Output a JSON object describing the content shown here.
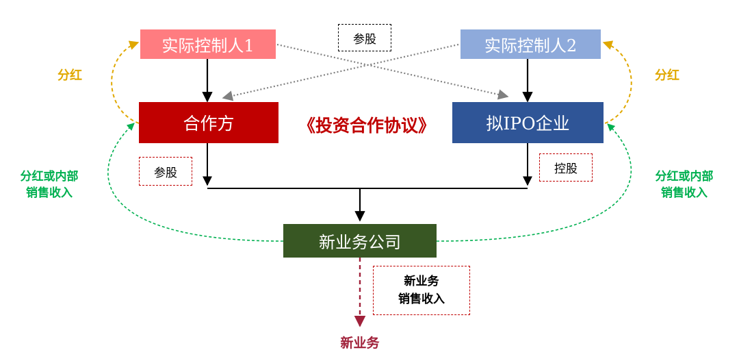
{
  "nodes": {
    "controller1": "实际控制人1",
    "controller2": "实际控制人2",
    "partner": "合作方",
    "ipo_company": "拟IPO企业",
    "new_company": "新业务公司",
    "new_business": "新业务"
  },
  "labels": {
    "agreement": "《投资合作协议》",
    "equity_top": "参股",
    "equity_partner": "参股",
    "control": "控股",
    "dividend_left": "分红",
    "dividend_right": "分红",
    "dividend_internal_left": [
      "分红或内部",
      "销售收入"
    ],
    "dividend_internal_right": [
      "分红或内部",
      "销售收入"
    ],
    "new_business_income": [
      "新业务",
      "销售收入"
    ]
  },
  "colors": {
    "controller1": "#ff7c80",
    "controller2": "#8eaadb",
    "partner": "#c00000",
    "ipo_company": "#2f5597",
    "new_company": "#385723",
    "agreement_text": "#c00000",
    "dividend": "#e0a800",
    "internal": "#00b050",
    "new_business": "#a0213a",
    "dotted_arrow": "#808080",
    "dashed_box_red": "#c00000"
  }
}
